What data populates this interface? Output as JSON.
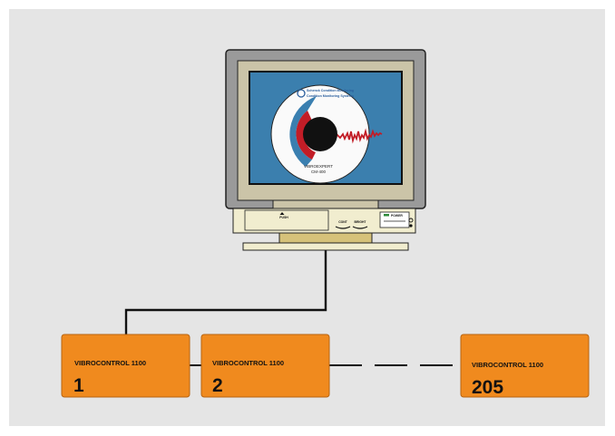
{
  "colors": {
    "background": "#e5e5e5",
    "unit_fill": "#f08a1e",
    "unit_stroke": "#b86410",
    "unit_text": "#111111",
    "screen_blue": "#3b7fae",
    "cd_red": "#c21d27",
    "cd_blue": "#3a7fb0",
    "wire": "#111111"
  },
  "monitor": {
    "brand_line1": "Schenck Condition Monitoring",
    "brand_line2": "Condition Monitoring Systems",
    "cd_label_line1": "VIBROEXPERT",
    "cd_label_line2": "CM-400",
    "push_label": "PUSH",
    "power_label": "POWER",
    "cont_label": "CONT",
    "bright_label": "BRIGHT"
  },
  "units": [
    {
      "model": "VIBROCONTROL 1100",
      "number": "1"
    },
    {
      "model": "VIBROCONTROL 1100",
      "number": "2"
    },
    {
      "model": "VIBROCONTROL 1100",
      "number": "205"
    }
  ]
}
